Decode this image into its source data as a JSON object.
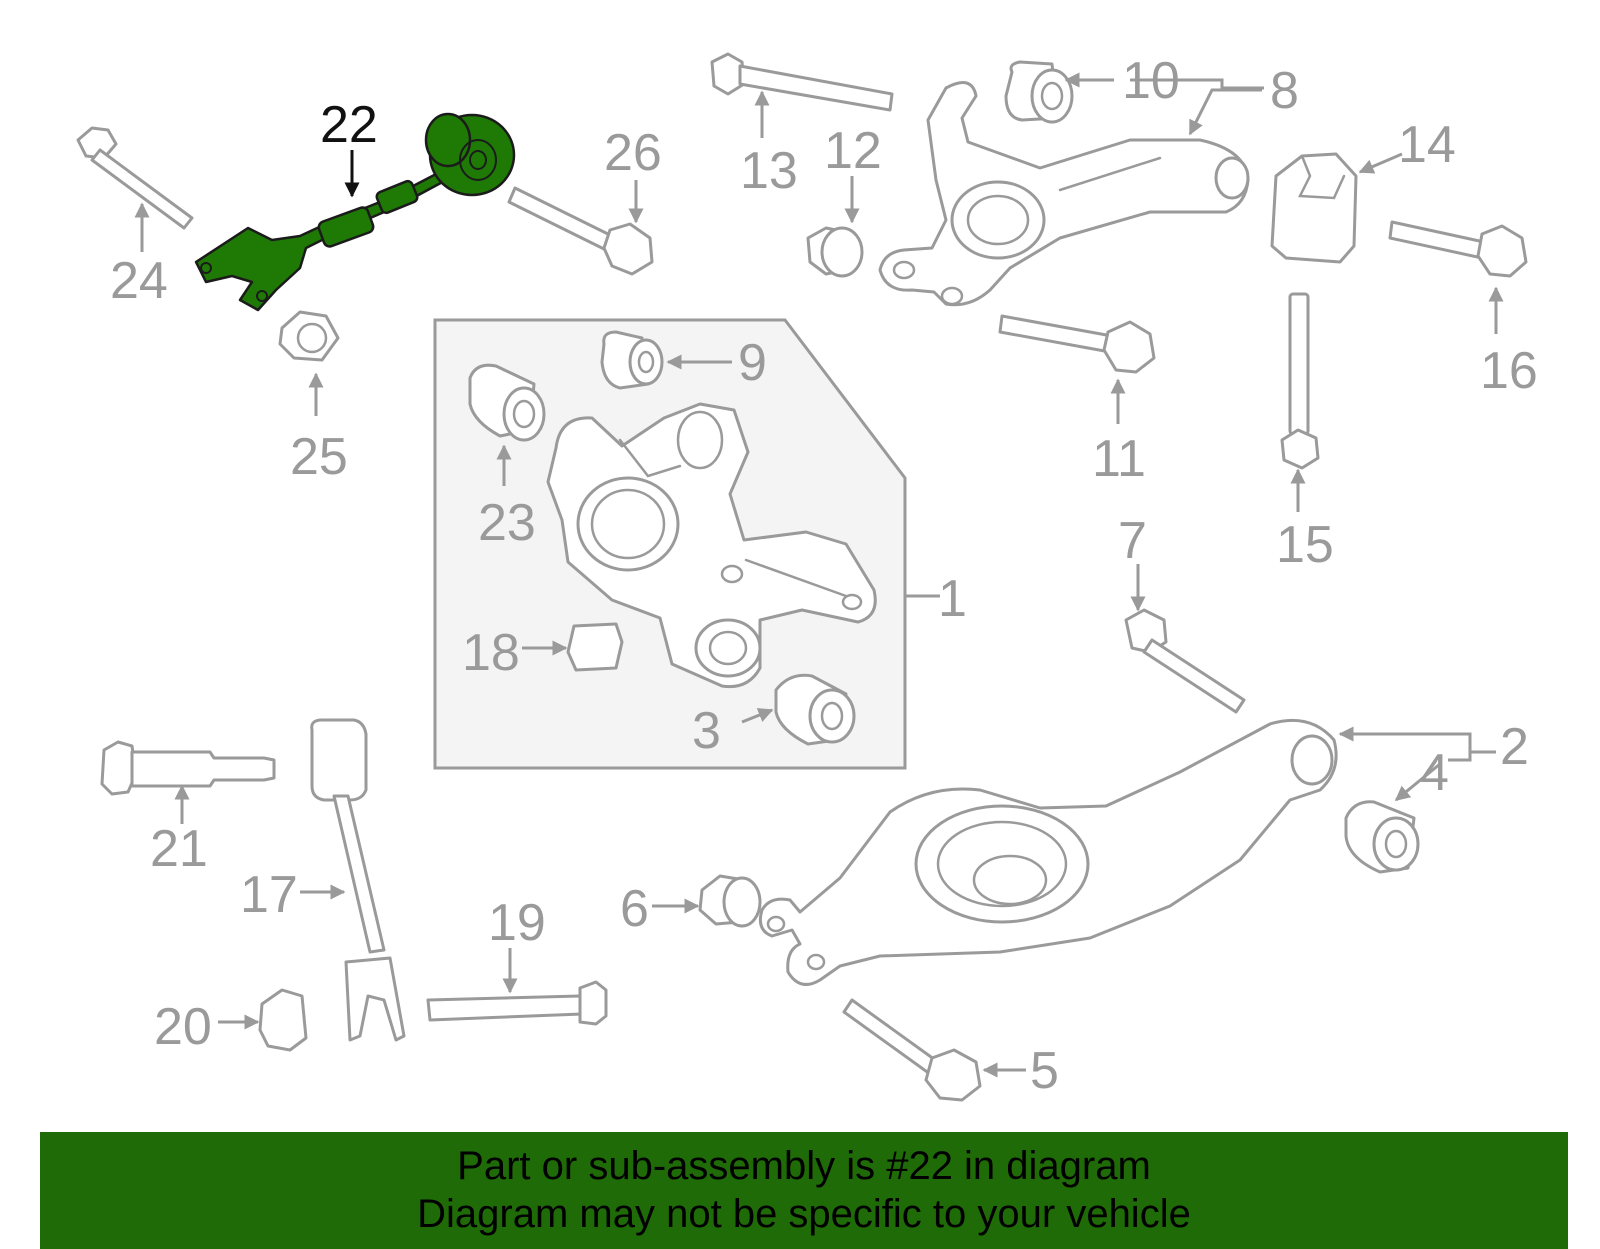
{
  "highlight": {
    "part_number": "22",
    "color": "#1f7a05"
  },
  "callouts": {
    "c1": "1",
    "c2": "2",
    "c3": "3",
    "c4": "4",
    "c5": "5",
    "c6": "6",
    "c7": "7",
    "c8": "8",
    "c9": "9",
    "c10": "10",
    "c11": "11",
    "c12": "12",
    "c13": "13",
    "c14": "14",
    "c15": "15",
    "c16": "16",
    "c17": "17",
    "c18": "18",
    "c19": "19",
    "c20": "20",
    "c21": "21",
    "c22": "22",
    "c23": "23",
    "c24": "24",
    "c25": "25",
    "c26": "26"
  },
  "footer": {
    "line1": "Part or sub-assembly is #22 in diagram",
    "line2": "Diagram may not be specific to your vehicle",
    "background": "#1f6b07"
  }
}
